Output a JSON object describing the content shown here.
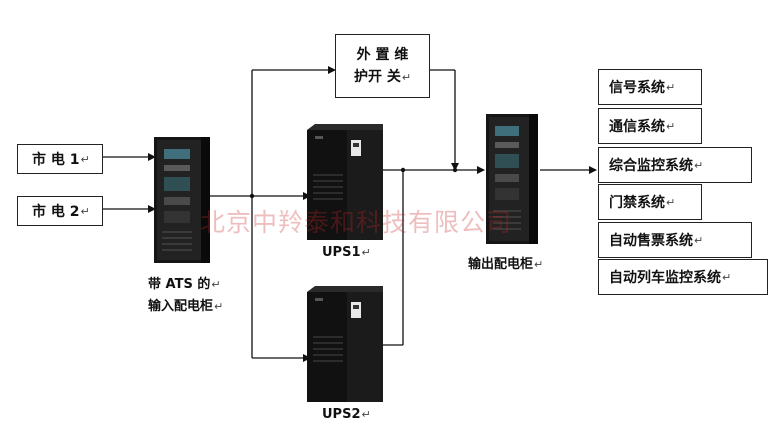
{
  "sources": [
    "市 电 1",
    "市 电 2"
  ],
  "bypass_switch": [
    "外 置 维",
    "护开 关"
  ],
  "input_cabinet_label": [
    "带 ATS 的",
    "输入配电柜"
  ],
  "ups_labels": [
    "UPS1",
    "UPS2"
  ],
  "output_cabinet_label": "输出配电柜",
  "systems": [
    "信号系统",
    "通信系统",
    "综合监控系统",
    "门禁系统",
    "自动售票系统",
    "自动列车监控系统"
  ],
  "watermark": "北京中羚泰和科技有限公司",
  "paragraph_mark": "↵",
  "colors": {
    "line": "#111111",
    "cabinet": "#151515",
    "watermark": "#c82828"
  }
}
